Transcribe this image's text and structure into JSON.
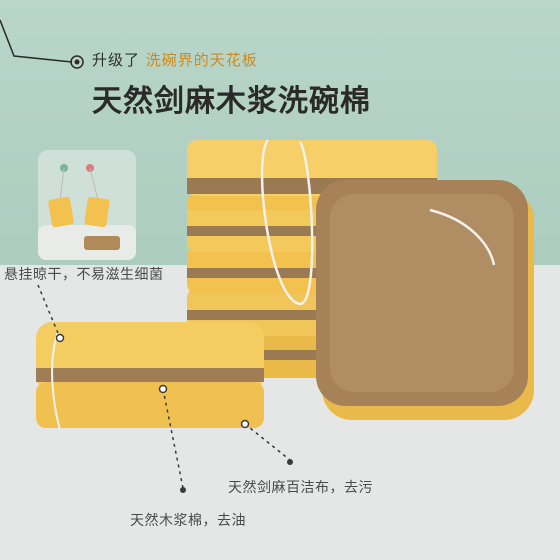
{
  "header": {
    "tagline_prefix": "升级了",
    "tagline_highlight": "洗碗界的天花板",
    "headline": "天然剑麻木浆洗碗棉"
  },
  "callouts": {
    "hanging": "悬挂晾干，不易滋生细菌",
    "sisal_cloth": "天然剑麻百洁布，去污",
    "wood_pulp": "天然木浆棉，去油"
  },
  "colors": {
    "background": "#b3d2c4",
    "floor": "#e4e7e5",
    "sponge_yellow": "#f2c14e",
    "sisal_brown": "#9a7a52",
    "highlight": "#d08a1a"
  }
}
